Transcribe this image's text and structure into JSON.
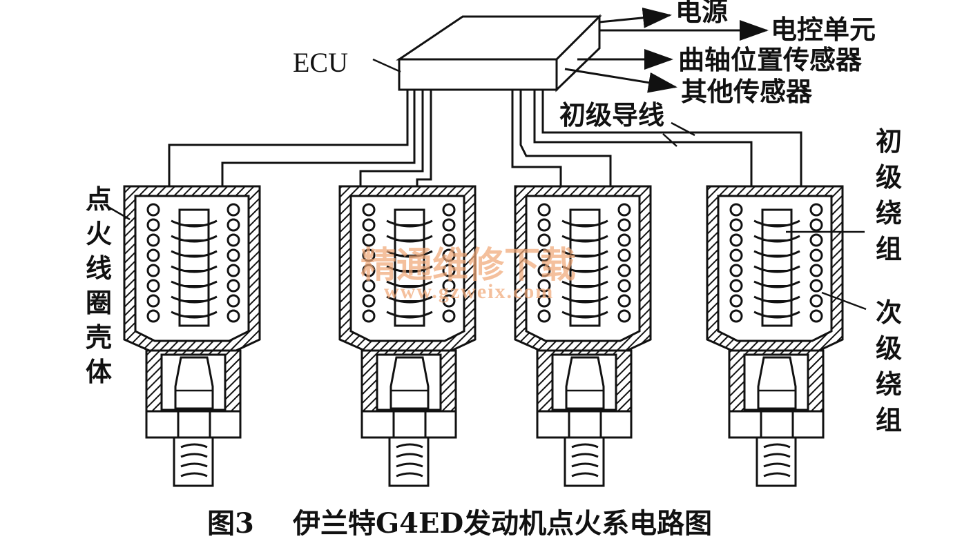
{
  "diagram": {
    "ecu_label": "ECU",
    "ecu_connections": [
      "电源",
      "电控单元",
      "曲轴位置传感器",
      "其他传感器"
    ],
    "primary_wire_label": "初级导线",
    "coil_housing_label": "点火线圈壳体",
    "primary_winding_label": "初级绕组",
    "secondary_winding_label": "次级绕组",
    "coil_count": 4
  },
  "watermark": {
    "text_cn": "精通维修下载",
    "text_url": "www.gzweix.com"
  },
  "caption": {
    "number": "图3",
    "title": "伊兰特G4ED发动机点火系电路图"
  }
}
